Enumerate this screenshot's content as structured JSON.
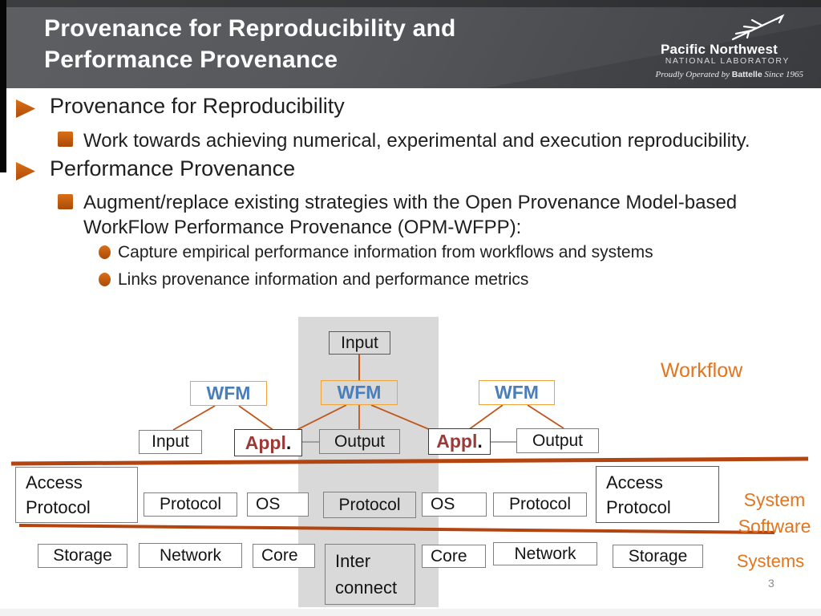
{
  "slide": {
    "title_lines": [
      "Provenance for Reproducibility and",
      "Performance Provenance"
    ],
    "page_number": "3"
  },
  "logo": {
    "org": "Pacific Northwest",
    "org_sub": "NATIONAL LABORATORY",
    "tagline_prefix": "Proudly Operated by ",
    "tagline_brand": "Battelle",
    "tagline_suffix": " Since 1965"
  },
  "bullets": {
    "level1_a": "Provenance for Reproducibility",
    "level2_a": "Work towards achieving numerical, experimental and execution reproducibility.",
    "level1_b": "Performance Provenance",
    "level2_b": "Augment/replace existing strategies with the Open Provenance Model-based WorkFlow Performance Provenance (OPM-WFPP):",
    "level3_a": "Capture empirical performance information from workflows and systems",
    "level3_b": "Links provenance information and performance metrics"
  },
  "diagram": {
    "layer_labels": {
      "workflow": "Workflow",
      "system_software_line1": "System",
      "system_software_line2": "Software",
      "systems": "Systems"
    },
    "box_labels": {
      "input": "Input",
      "wfm": "WFM",
      "appl": "Appl",
      "appl_period": ".",
      "output": "Output",
      "access": "Access",
      "protocol": "Protocol",
      "os": "OS",
      "storage": "Storage",
      "network": "Network",
      "core": "Core",
      "inter_line1": "Inter",
      "inter_line2": "connect"
    },
    "colors": {
      "accent_orange_label": "#e2751d",
      "wfm_text_blue": "#4a7ebb",
      "wfm_border_orange": "#f2a338",
      "appl_text_red": "#9c3a38",
      "rust_line": "#b34511",
      "connector_orange": "#c0561c",
      "connector_gray": "#8c8c8c",
      "bullet_orange": "#c45911",
      "band_gray": "#d9d9d9"
    }
  }
}
